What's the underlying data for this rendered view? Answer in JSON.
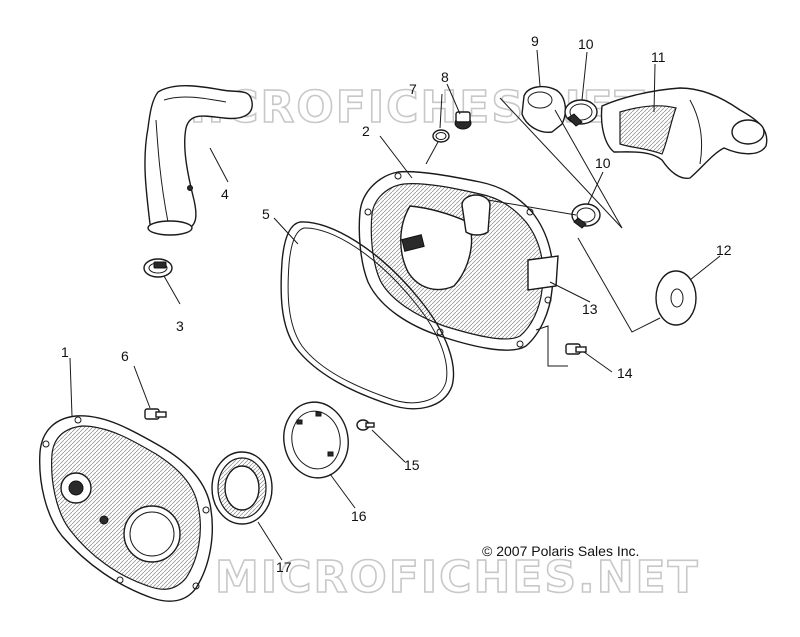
{
  "watermark": {
    "top": "MICROFICHES.NET",
    "bottom": "MICROFICHES.NET"
  },
  "copyright": "© 2007 Polaris Sales Inc.",
  "callouts": {
    "c1": "1",
    "c2": "2",
    "c3": "3",
    "c4": "4",
    "c5": "5",
    "c6": "6",
    "c7": "7",
    "c8": "8",
    "c9": "9",
    "c10a": "10",
    "c10b": "10",
    "c11": "11",
    "c12": "12",
    "c13": "13",
    "c14": "14",
    "c15": "15",
    "c16": "16",
    "c17": "17"
  }
}
